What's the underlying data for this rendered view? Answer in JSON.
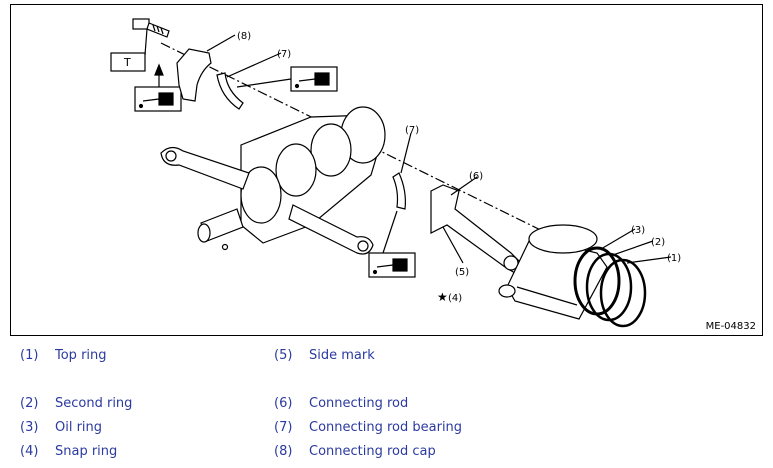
{
  "figure": {
    "id": "ME-04832",
    "callouts": {
      "c1": "(1)",
      "c2": "(2)",
      "c3": "(3)",
      "c4": "(4)",
      "c5": "(5)",
      "c6": "(6)",
      "c7a": "(7)",
      "c7b": "(7)",
      "c8": "(8)"
    },
    "star_mark": "★",
    "torque_box": "T"
  },
  "legend": [
    {
      "num": "(1)",
      "text": "Top ring"
    },
    {
      "num": "(2)",
      "text": "Second ring"
    },
    {
      "num": "(3)",
      "text": "Oil ring"
    },
    {
      "num": "(4)",
      "text": "Snap ring"
    },
    {
      "num": "(5)",
      "text": "Side mark"
    },
    {
      "num": "(6)",
      "text": "Connecting rod"
    },
    {
      "num": "(7)",
      "text": "Connecting rod bearing"
    },
    {
      "num": "(8)",
      "text": "Connecting rod cap"
    }
  ],
  "colors": {
    "legend_text": "#2b3aa0"
  }
}
